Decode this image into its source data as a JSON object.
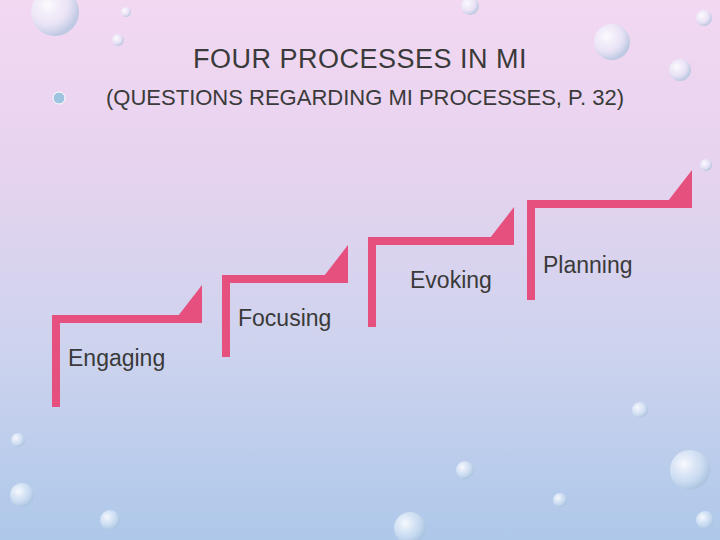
{
  "diagram": {
    "title": "FOUR PROCESSES IN MI",
    "nodes": [
      {
        "text": [
          "Engaging"
        ]
      },
      {
        "text": [
          "Focusing"
        ]
      },
      {
        "text": [
          "Evoking"
        ]
      },
      {
        "text": [
          "Planning"
        ]
      }
    ],
    "labels": [
      "(QUESTIONS REGARDING MI PROCESSES, P. 32)"
    ]
  }
}
